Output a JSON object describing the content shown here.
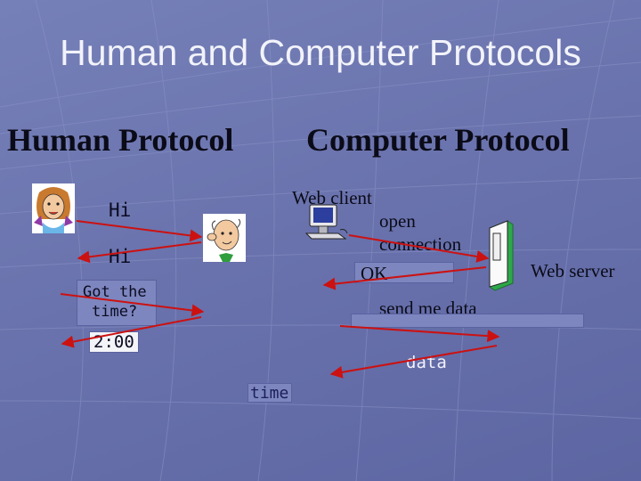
{
  "title": "Human and Computer Protocols",
  "human": {
    "heading": "Human Protocol",
    "hi_1": "Hi",
    "hi_2": "Hi",
    "got_time_line1": "Got the",
    "got_time_line2": "time?",
    "answer": "2:00",
    "time_label": "time"
  },
  "computer": {
    "heading": "Computer Protocol",
    "web_client": "Web client",
    "open_line1": "open",
    "open_line2": "connection",
    "ok": "OK",
    "send_me_data": "send me data",
    "data": "data",
    "web_server": "Web server"
  },
  "colors": {
    "arrow": "#cc1111",
    "background": "#6a73ad",
    "server_green": "#2ea84a"
  }
}
